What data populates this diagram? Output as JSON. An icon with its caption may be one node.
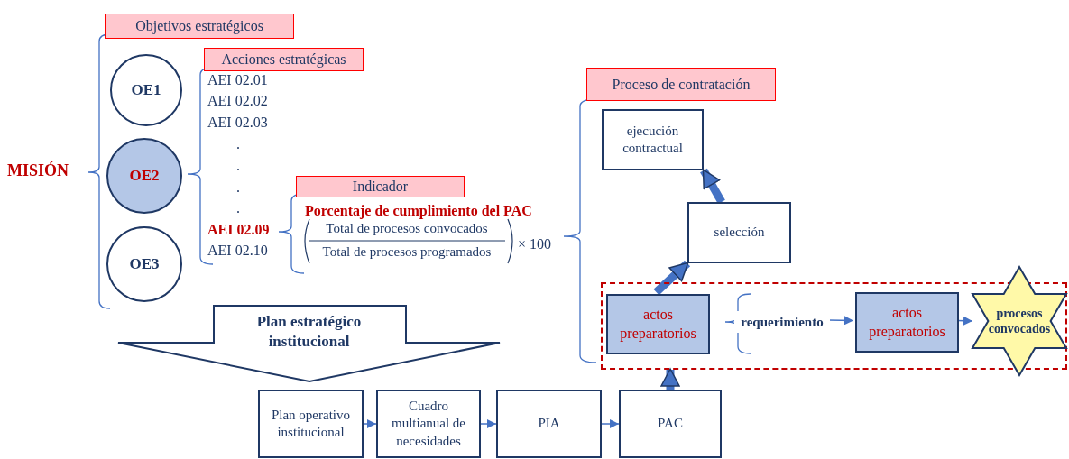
{
  "diagram": {
    "nodes": [
      {
        "text": [
          "Objetivos estratégicos"
        ]
      },
      {
        "text": [
          "OE1"
        ]
      },
      {
        "text": [
          "OE2"
        ]
      },
      {
        "text": [
          "OE3"
        ]
      },
      {
        "text": [
          "Acciones estratégicas"
        ]
      },
      {
        "text": [
          "Indicador"
        ]
      },
      {
        "text": [
          "Proceso de contratación"
        ]
      },
      {
        "text": [
          "ejecución contractual"
        ]
      },
      {
        "text": [
          "selección"
        ]
      },
      {
        "text": [],
        "shape": "box"
      },
      {
        "text": [
          "actos preparatorios"
        ],
        "in": 9
      },
      {
        "text": [
          "requerimiento"
        ],
        "in": 9
      },
      {
        "text": [
          "actos preparatorios"
        ],
        "in": 9
      },
      {
        "text": [
          "procesos convocados"
        ]
      },
      {
        "text": [
          "Plan estratégico institucional"
        ]
      },
      {
        "text": [
          "Plan operativo institucional"
        ]
      },
      {
        "text": [
          "Cuadro multianual de necesidades"
        ]
      },
      {
        "text": [
          "PIA"
        ]
      },
      {
        "text": [
          "PAC"
        ]
      }
    ],
    "edges": [
      {
        "from": 15,
        "to": 16,
        "arrow": "to"
      },
      {
        "from": 16,
        "to": 17,
        "arrow": "to"
      },
      {
        "from": 17,
        "to": 18,
        "arrow": "to"
      },
      {
        "from": 18,
        "to": 9,
        "arrow": "to",
        "style": "thick"
      },
      {
        "from": 10,
        "to": 8,
        "arrow": "to",
        "style": "thick"
      },
      {
        "from": 8,
        "to": 7,
        "arrow": "to",
        "style": "thick"
      },
      {
        "from": 11,
        "to": 12,
        "arrow": "to"
      },
      {
        "from": 12,
        "to": 13,
        "arrow": "to"
      }
    ],
    "labels": [
      "MISIÓN",
      "AEI 02.01",
      "AEI 02.02",
      "AEI 02.03",
      ".",
      ".",
      ".",
      ".",
      "AEI 02.09",
      "AEI 02.10",
      "Porcentaje de cumplimiento del PAC",
      "Total de procesos convocados",
      "Total de procesos programados",
      "× 100"
    ]
  }
}
